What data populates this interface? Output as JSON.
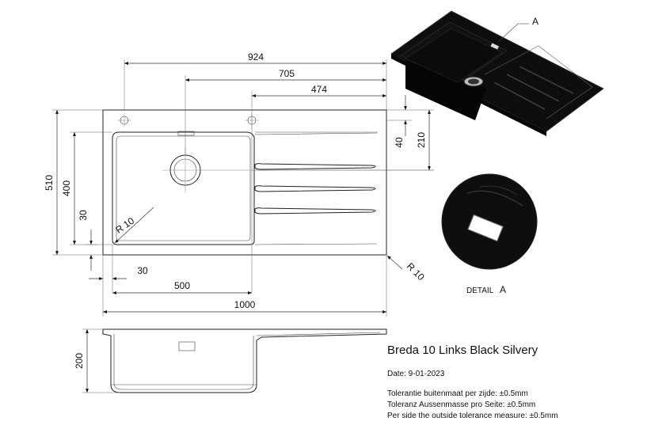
{
  "title": "Breda 10 Links Black Silvery",
  "date": "Date: 9-01-2023",
  "tolerances": [
    "Tolerantie buitenmaat per zijde: ±0.5mm",
    "Toleranz Aussenmasse pro Seite: ±0.5mm",
    "Per side the outside tolerance measure: ±0.5mm"
  ],
  "dimensions": {
    "d924": "924",
    "d705": "705",
    "d474": "474",
    "d510": "510",
    "d400": "400",
    "d30v": "30",
    "d40": "40",
    "d210": "210",
    "d30h": "30",
    "d500": "500",
    "d1000": "1000",
    "d200": "200",
    "r10a": "R 10",
    "r10b": "R 10"
  },
  "labels": {
    "marker": "A",
    "detail_prefix": "DETAIL",
    "detail_letter": "A"
  },
  "colors": {
    "sink_body": "#0e0e0e",
    "line": "#222222"
  }
}
